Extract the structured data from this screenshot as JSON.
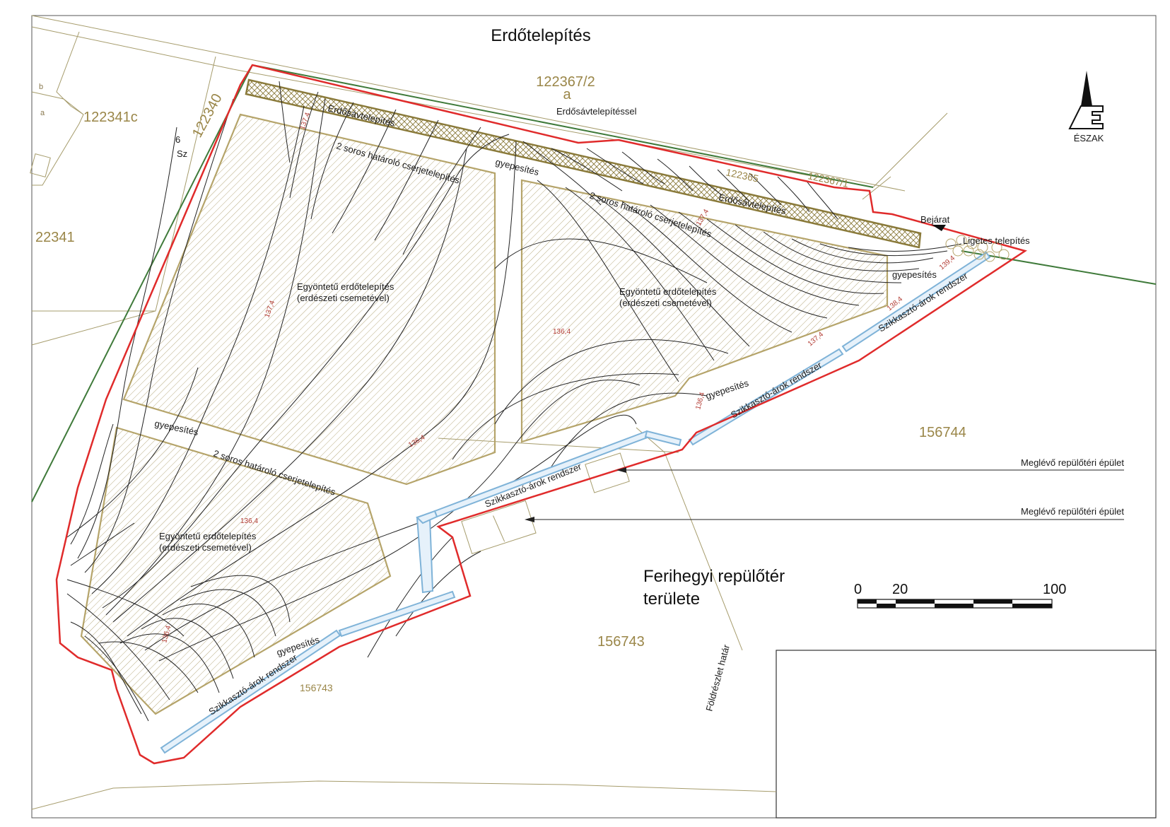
{
  "title": "Erdőtelepítés",
  "north": {
    "label": "ÉSZAK",
    "icon": "north-arrow-icon"
  },
  "parcels": {
    "p122367_2": "122367/2",
    "p122367_2_sub": "a",
    "p122341c": "122341c",
    "p122340": "122340",
    "p22341": "22341",
    "p122365": "122365",
    "p122367_1": "122367/1",
    "p156744": "156744",
    "p156743_big": "156743",
    "p156743_small": "156743",
    "sub_a": "a",
    "sub_b": "b",
    "sub_6": "6",
    "sub_sz": "Sz"
  },
  "labels": {
    "forest_strip_1": "Erdősávtelepítés",
    "forest_strip_2": "Erdősávtelepítés",
    "forest_strip_with": "Erdősávtelepítéssel",
    "hedge_1": "2 soros határoló cserjetelepítés",
    "hedge_2": "2 soros határoló cserjetelepítés",
    "hedge_3": "2 soros határoló cserjetelepítés",
    "grass_1": "gyepesítés",
    "grass_2": "gyepesítés",
    "grass_3": "gyepesítés",
    "grass_4": "gyepesítés",
    "grass_5": "gyepesítés",
    "forest_1_a": "Egyöntetű erdőtelepítés",
    "forest_1_b": "(erdészeti csemetével)",
    "forest_2_a": "Egyöntetű erdőtelepítés",
    "forest_2_b": "(erdészeti csemetével)",
    "forest_3_a": "Egyöntetű erdőtelepítés",
    "forest_3_b": "(erdészeti csemetével)",
    "entrance": "Bejárat",
    "grove": "Ligetes telepítés",
    "ditch_1": "Szikkasztó-árok rendszer",
    "ditch_2": "Szikkasztó-árok rendszer",
    "ditch_3": "Szikkasztó-árok rendszer",
    "ditch_4": "Szikkasztó-árok rendszer",
    "building_1": "Meglévő repülőtéri épület",
    "building_2": "Meglévő repülőtéri épület",
    "airport_1": "Ferihegyi repülőtér",
    "airport_2": "területe",
    "boundary": "Földrészlet határ"
  },
  "contours": {
    "c1": "137,4",
    "c2": "137,4",
    "c3": "136,4",
    "c4": "136,4",
    "c5": "136,4",
    "c6": "136,4",
    "c7": "136,4",
    "c8": "137,4",
    "c9": "138,4",
    "c10": "139,4",
    "c11": "137,4"
  },
  "scale": {
    "t0": "0",
    "t20": "20",
    "t100": "100"
  },
  "colors": {
    "site_boundary": "#e02b2b",
    "property_line": "#3f7a3a",
    "parcel_line": "#a69c6c",
    "planting_fill": "#b5a46a",
    "ditch": "#7fb3d8",
    "contour": "#222222"
  }
}
